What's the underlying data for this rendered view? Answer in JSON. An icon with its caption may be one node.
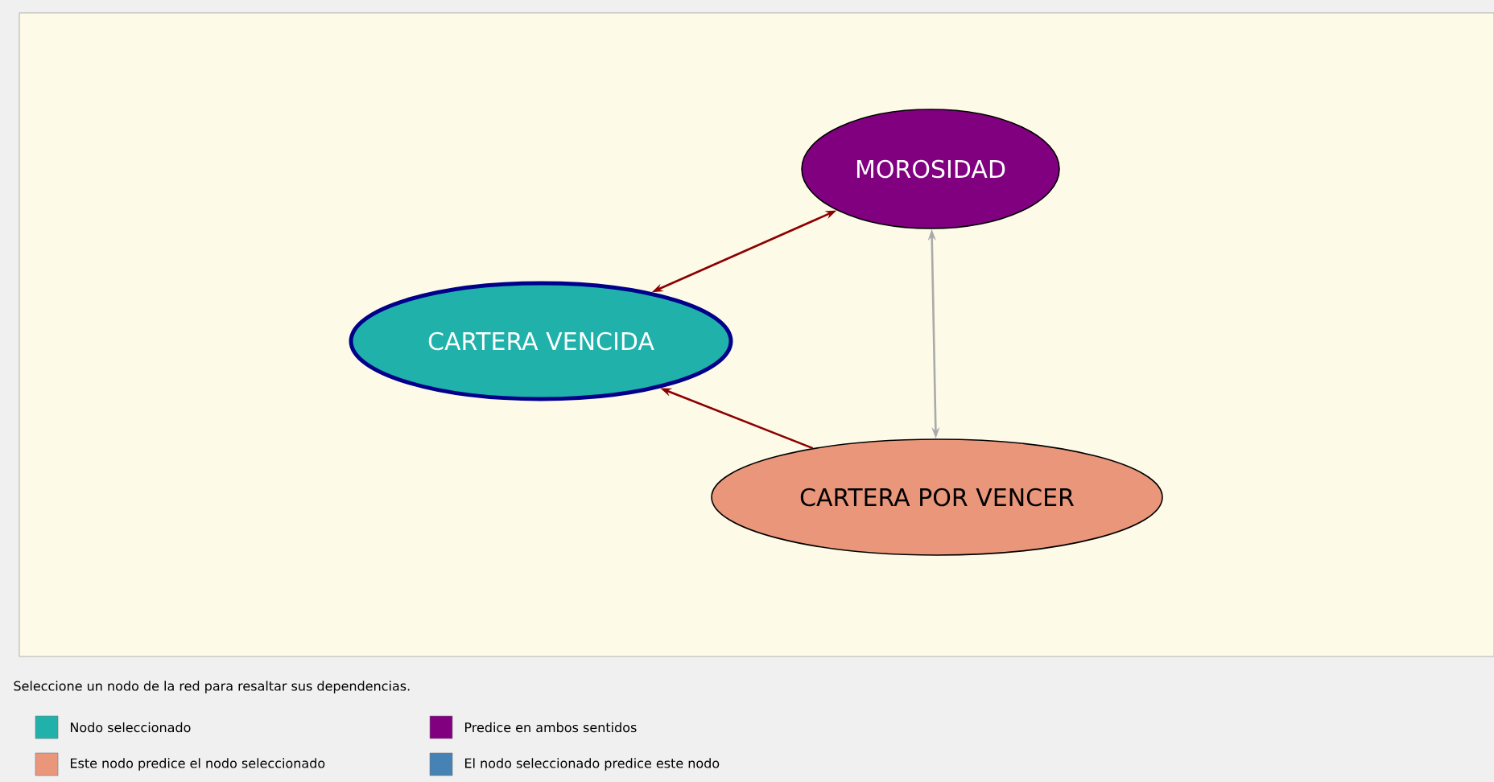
{
  "diagram": {
    "nodes": [
      {
        "text": [
          "MOROSIDAD"
        ]
      },
      {
        "text": [
          "CARTERA VENCIDA"
        ]
      },
      {
        "text": [
          "CARTERA POR VENCER"
        ]
      }
    ],
    "edges": [
      {
        "from": 0,
        "to": 1,
        "arrow": "both"
      },
      {
        "from": 2,
        "to": 1,
        "arrow": "to"
      },
      {
        "from": 0,
        "to": 2,
        "arrow": "both",
        "color": "#aaaaaa"
      }
    ],
    "labels": [
      "Seleccione un nodo de la red para resaltar sus dependencias."
    ],
    "legend": [
      {
        "text": "Nodo seleccionado",
        "color": "#20b2aa"
      },
      {
        "text": "Predice en ambos sentidos",
        "color": "#800080"
      },
      {
        "text": "Este nodo predice el nodo seleccionado",
        "color": "#e9967a"
      },
      {
        "text": "El nodo seleccionado predice este nodo",
        "color": "#4682b4"
      }
    ]
  }
}
